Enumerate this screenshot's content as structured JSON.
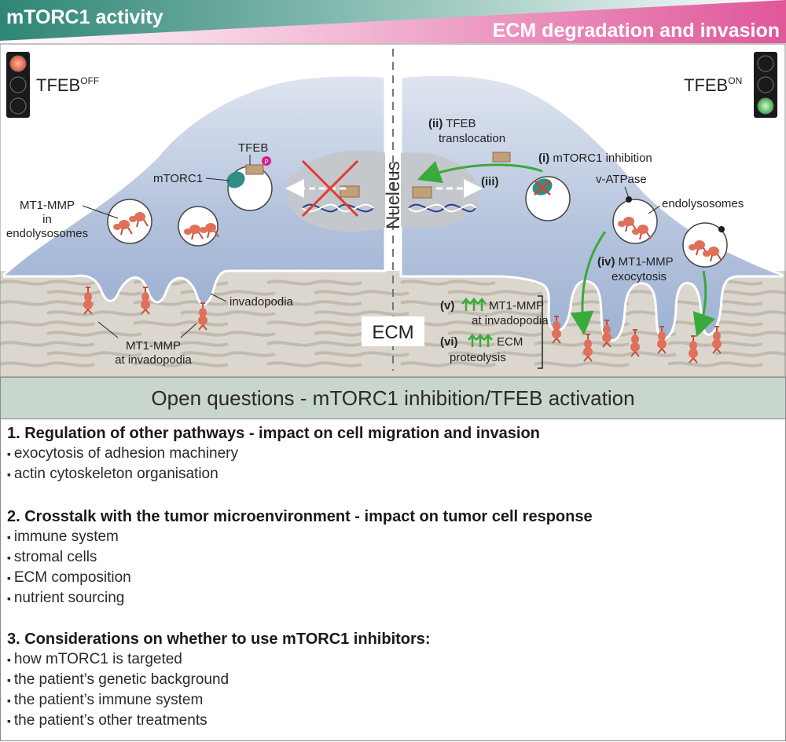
{
  "banner": {
    "left": "mTORC1 activity",
    "right": "ECM degradation and invasion"
  },
  "left_panel": {
    "tfeb_state": "TFEB",
    "tfeb_sup": "OFF",
    "mtorc1": "mTORC1",
    "tfeb": "TFEB",
    "p": "P",
    "mt1mmp_1": "MT1-MMP",
    "mt1mmp_2": "in",
    "mt1mmp_3": "endolysosomes",
    "invadopodia": "invadopodia",
    "at_inv_1": "MT1-MMP",
    "at_inv_2": "at invadopodia"
  },
  "nucleus": "Nucleus",
  "ecm": "ECM",
  "right_panel": {
    "tfeb_state": "TFEB",
    "tfeb_sup": "ON",
    "ii_num": "(ii)",
    "ii_text": " TFEB",
    "ii_text2": "translocation",
    "i_num": "(i)",
    "i_text": " mTORC1 inhibition",
    "iii_num": "(iii)",
    "vatpase": "v-ATPase",
    "endolysosomes": "endolysosomes",
    "iv_num": "(iv)",
    "iv_text": " MT1-MMP",
    "iv_text2": "exocytosis",
    "v_num": "(v)",
    "v_text": "MT1-MMP",
    "v_text2": "at invadopodia",
    "vi_num": "(vi)",
    "vi_text": "ECM",
    "vi_text2": "proteolysis"
  },
  "questions": {
    "header": "Open questions - mTORC1 inhibition/TFEB activation",
    "sections": [
      {
        "title": "1. Regulation of other pathways - impact on cell migration and invasion",
        "items": [
          "exocytosis of adhesion machinery",
          "actin cytoskeleton organisation"
        ]
      },
      {
        "title": "2. Crosstalk with the tumor microenvironment - impact on tumor cell response",
        "items": [
          "immune system",
          "stromal cells",
          "ECM composition",
          "nutrient sourcing"
        ]
      },
      {
        "title": "3. Considerations on whether to use mTORC1 inhibitors:",
        "items": [
          "how mTORC1 is targeted",
          "the patient’s genetic background",
          "the patient’s immune system",
          "the patient’s other treatments"
        ]
      }
    ]
  },
  "colors": {
    "teal": "#3a8f80",
    "pink": "#e36aa5",
    "cell": "#aebedb",
    "ecm": "#d9d4ca",
    "arrow": "#3aaa3a",
    "mmp": "#e0705a"
  }
}
